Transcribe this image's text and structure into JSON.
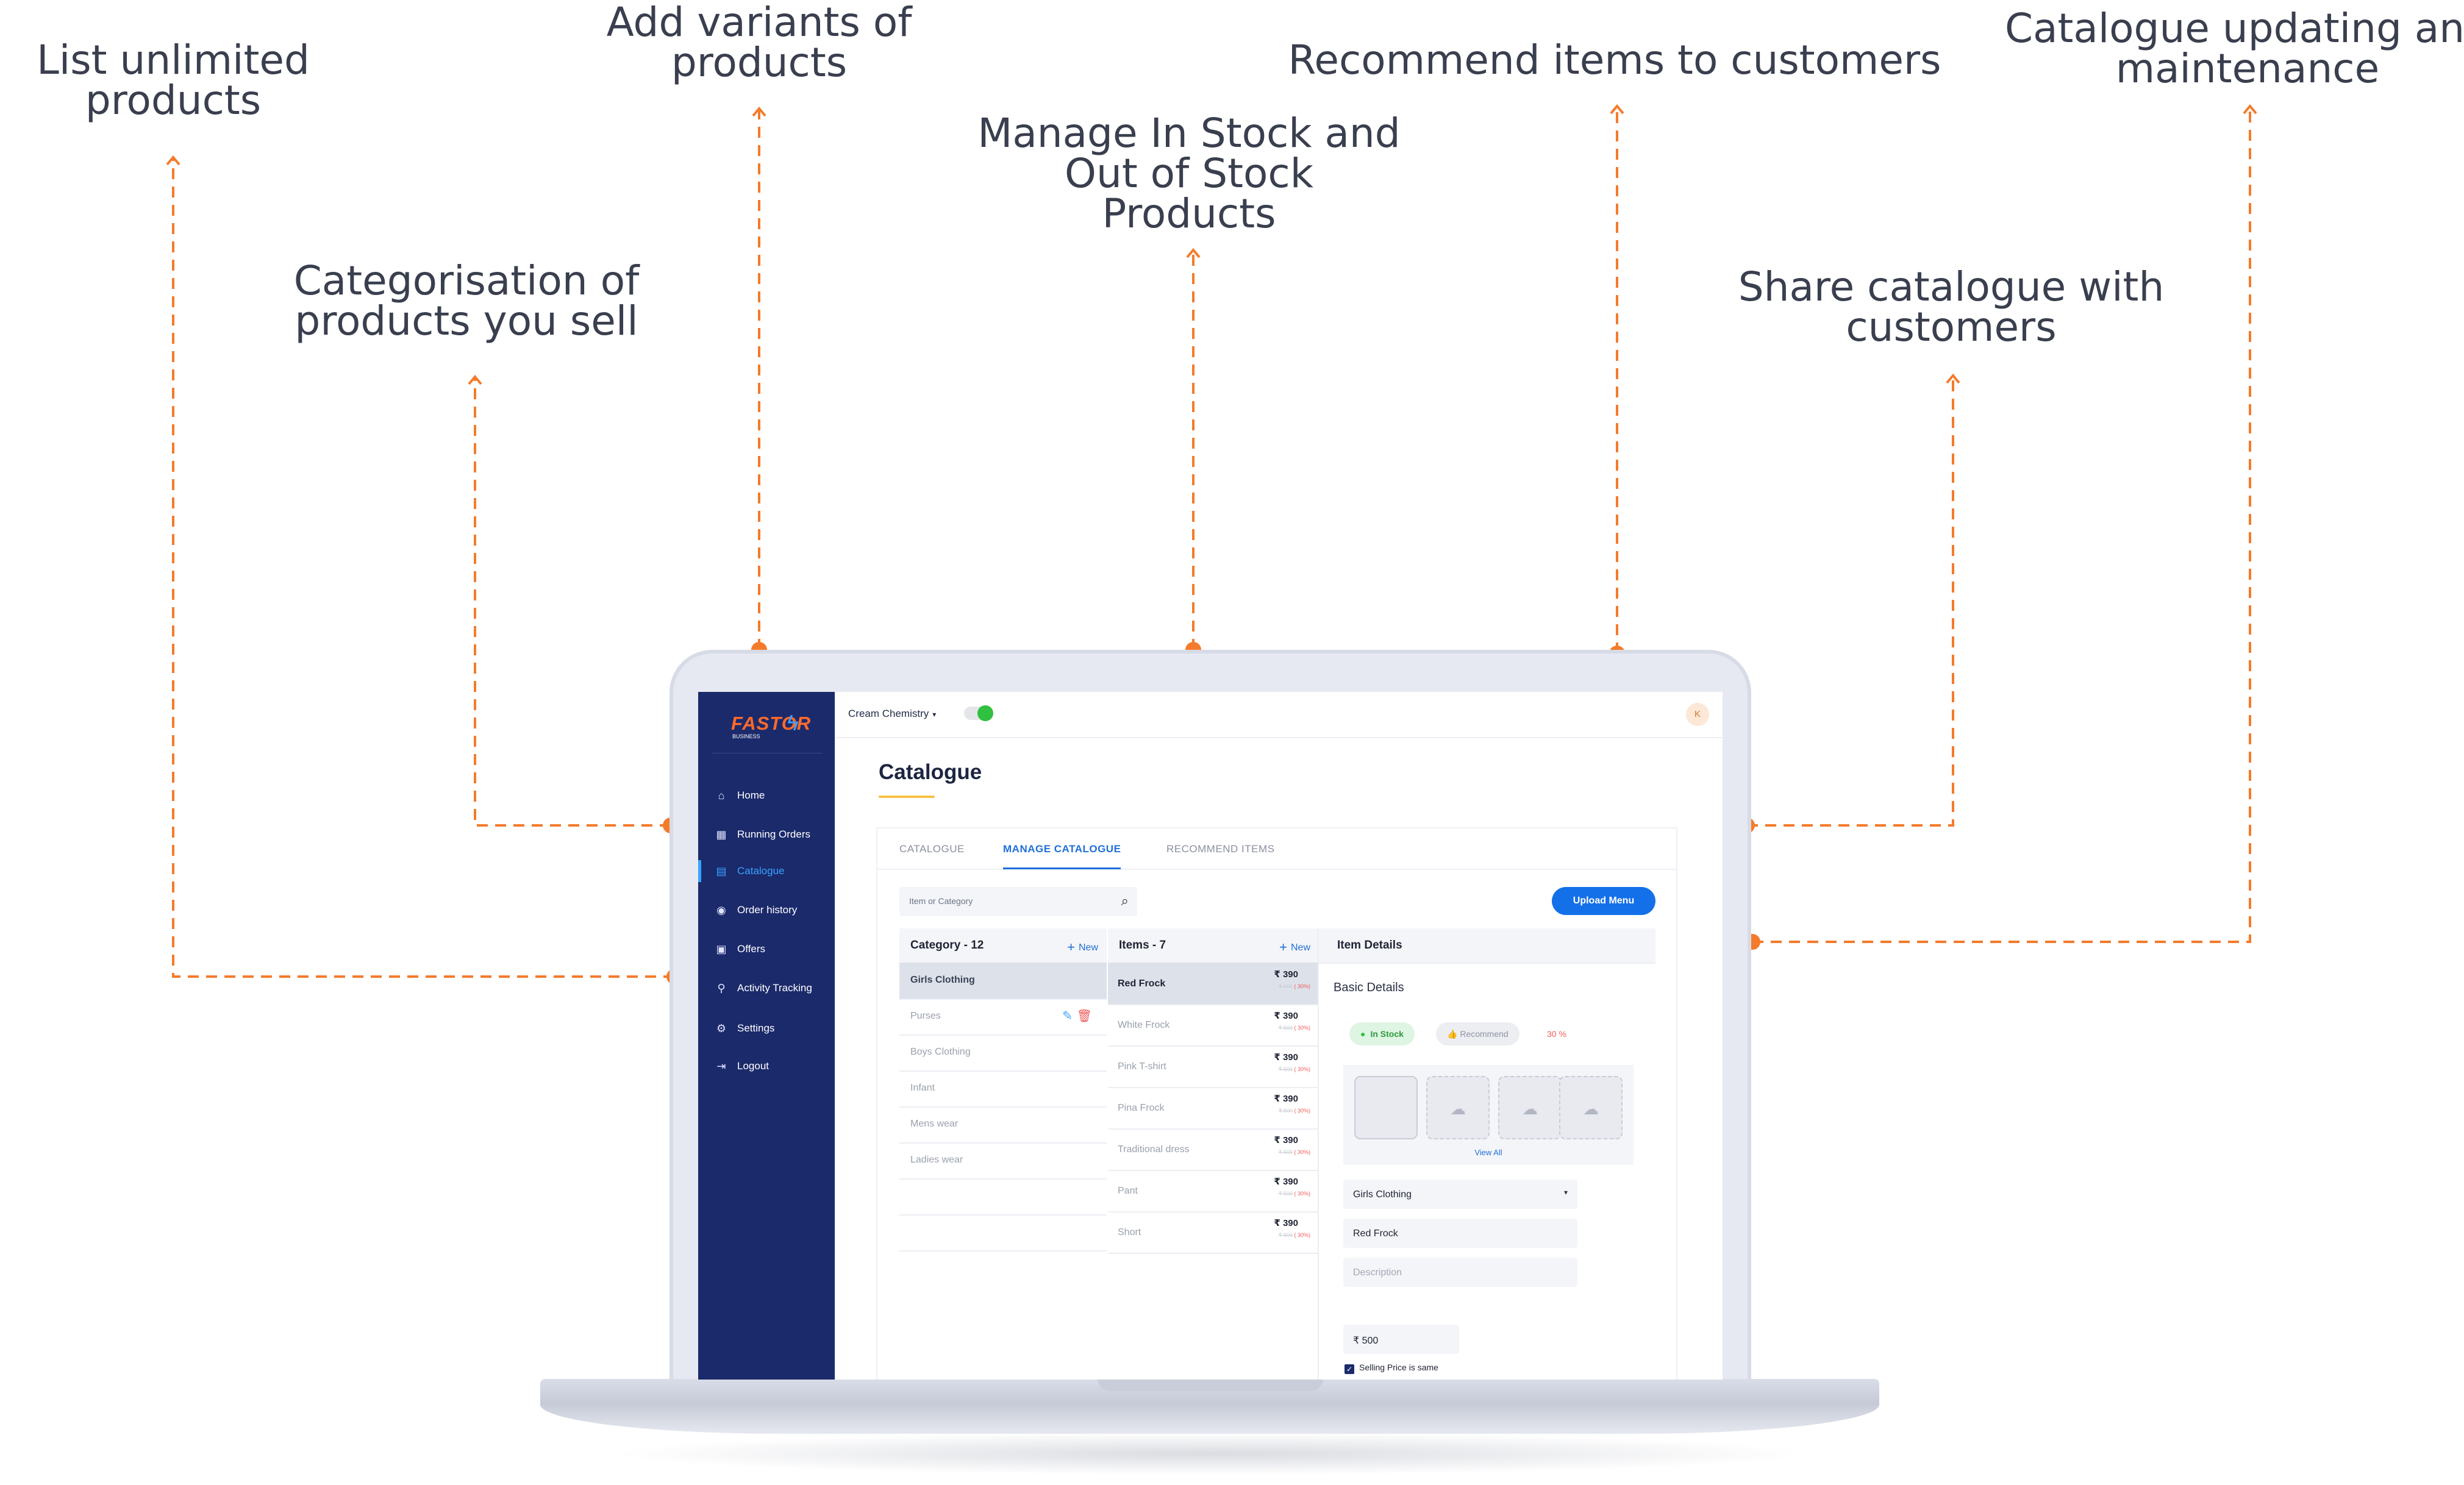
{
  "callouts": {
    "list_unlimited": [
      "List unlimited",
      "products"
    ],
    "add_variants": [
      "Add variants of",
      "products"
    ],
    "categorisation": [
      "Categorisation of",
      "products you sell"
    ],
    "manage_stock": [
      "Manage In Stock and",
      "Out of Stock",
      "Products"
    ],
    "recommend": [
      "Recommend items to customers"
    ],
    "share": [
      "Share catalogue with",
      "customers"
    ],
    "maintenance": [
      "Catalogue updating and",
      "maintenance"
    ]
  },
  "colors": {
    "accent_orange": "#f47b2b",
    "sidebar": "#1b2a6b",
    "primary_blue": "#1470e8",
    "in_stock_green": "#2fc13f"
  },
  "app": {
    "logo": "FASTOR",
    "logo_sub": "BUSINESS",
    "store_name": "Cream Chemistry",
    "avatar_initial": "K",
    "page_title": "Catalogue"
  },
  "sidebar": {
    "items": [
      {
        "label": "Home",
        "icon": "home-icon"
      },
      {
        "label": "Running Orders",
        "icon": "orders-icon"
      },
      {
        "label": "Catalogue",
        "icon": "catalogue-icon"
      },
      {
        "label": "Order history",
        "icon": "history-icon"
      },
      {
        "label": "Offers",
        "icon": "offers-icon"
      },
      {
        "label": "Activity Tracking",
        "icon": "activity-icon"
      },
      {
        "label": "Settings",
        "icon": "gear-icon"
      },
      {
        "label": "Logout",
        "icon": "logout-icon"
      }
    ],
    "active_index": 2
  },
  "tabs": [
    "CATALOGUE",
    "MANAGE CATALOGUE",
    "RECOMMEND ITEMS"
  ],
  "active_tab": 1,
  "search": {
    "placeholder": "Item or Category"
  },
  "upload_label": "Upload Menu",
  "categories": {
    "header": "Category - 12",
    "new_label": "New",
    "rows": [
      "Girls Clothing",
      "Purses",
      "Boys Clothing",
      "Infant",
      "Mens wear",
      "Ladies wear"
    ]
  },
  "items": {
    "header": "Items - 7",
    "new_label": "New",
    "rows": [
      {
        "name": "Red Frock",
        "price": "₹ 390",
        "strike": "₹ 500",
        "disc": "( 30%)"
      },
      {
        "name": "White Frock",
        "price": "₹ 390",
        "strike": "₹ 500",
        "disc": "( 30%)"
      },
      {
        "name": "Pink T-shirt",
        "price": "₹ 390",
        "strike": "₹ 500",
        "disc": "( 30%)"
      },
      {
        "name": "Pina Frock",
        "price": "₹ 390",
        "strike": "₹ 500",
        "disc": "( 30%)"
      },
      {
        "name": "Traditional dress",
        "price": "₹ 390",
        "strike": "₹ 500",
        "disc": "( 30%)"
      },
      {
        "name": "Pant",
        "price": "₹ 390",
        "strike": "₹ 500",
        "disc": "( 30%)"
      },
      {
        "name": "Short",
        "price": "₹ 390",
        "strike": "₹ 500",
        "disc": "( 30%)"
      }
    ]
  },
  "details": {
    "header": "Item Details",
    "section": "Basic Details",
    "in_stock": "In Stock",
    "recommend": "Recommend",
    "discount": "30 %",
    "view_all": "View All",
    "category_value": "Girls Clothing",
    "name_value": "Red Frock",
    "description_placeholder": "Description",
    "price_value": "₹ 500",
    "selling_same": "Selling Price is same"
  }
}
